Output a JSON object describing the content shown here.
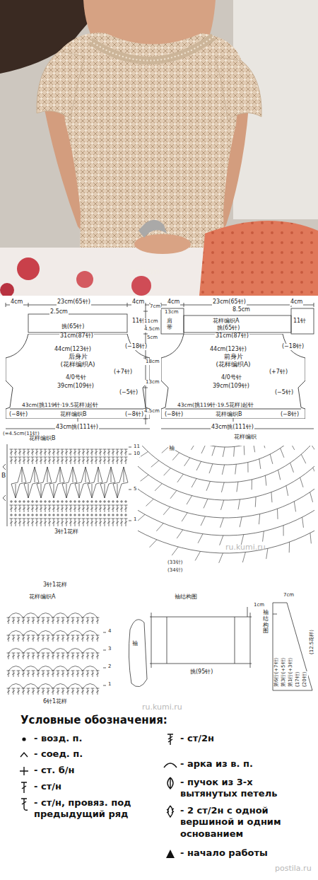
{
  "diagram": {
    "nodes": [
      {
        "text": [
          "后身片",
          "(花样编织A)"
        ]
      },
      {
        "text": [
          "前身片",
          "(花样编织A)"
        ]
      }
    ],
    "labels": [
      "4cm",
      "23cm(65针)",
      "4cm",
      "2.5cm",
      "11针",
      "挑(65针)",
      "31cm(87针)",
      "(−18针)",
      "44cm(123针)",
      "4/0号针",
      "(+7针)",
      "39cm(109针)",
      "(−5针)",
      "43cm(挑119针·19.5花样)起针",
      "花样编织B",
      "(−8针)",
      "(−8针)",
      "43cm挑(111针)",
      "(=4.5cm(11针)",
      "7cm",
      "11cm",
      "4.5cm",
      "5cm",
      "18cm",
      "13cm",
      "4.5cm",
      "4cm",
      "23cm(65针)",
      "4cm",
      "8.5cm",
      "13cm",
      "肩带",
      "花样编织A",
      "挑(65针)",
      "11针",
      "31cm(87针)",
      "(−18针)",
      "44cm(123针)",
      "4/0号针",
      "(+7针)",
      "39cm(109针)",
      "(−5针)",
      "43cm(挑119针·19.5花样)起针",
      "花样编织B",
      "(−8针)",
      "(−8针)",
      "43cm挑(111针)",
      "花样编织B",
      "B",
      "11",
      "10",
      "5",
      "1",
      "3针1花样",
      "袖",
      "花样编织",
      "(33针)",
      "(34针)",
      "ru.kumi.ru",
      "3针1花样",
      "花样编织A",
      "4",
      "3",
      "2",
      "1",
      "6针1花样",
      "袖结构图",
      "1cm",
      "袖",
      "挑(95针)",
      "ru.kumi.ru",
      "袖结构图",
      "7cm",
      "(12.5花样)",
      "第6行(+7针)",
      "第3行(+5针)",
      "第1行(+3针)",
      "(17针)",
      "(20针)",
      "Условные обозначения:",
      "postila.ru",
      "ru.kumi"
    ],
    "legend": [
      {
        "text": "- возд. п."
      },
      {
        "text": "- соед. п."
      },
      {
        "text": "- ст. б/н"
      },
      {
        "text": "- ст/н"
      },
      {
        "text": "- ст/н, провяз. под предыдущий ряд"
      },
      {
        "text": "- ст/2н"
      },
      {
        "text": "- арка из в. п."
      },
      {
        "text": "- пучок из 3-х вытянутых петель"
      },
      {
        "text": "- 2 ст/2н с одной вершиной и одним основанием"
      },
      {
        "text": "- начало работы"
      }
    ]
  }
}
